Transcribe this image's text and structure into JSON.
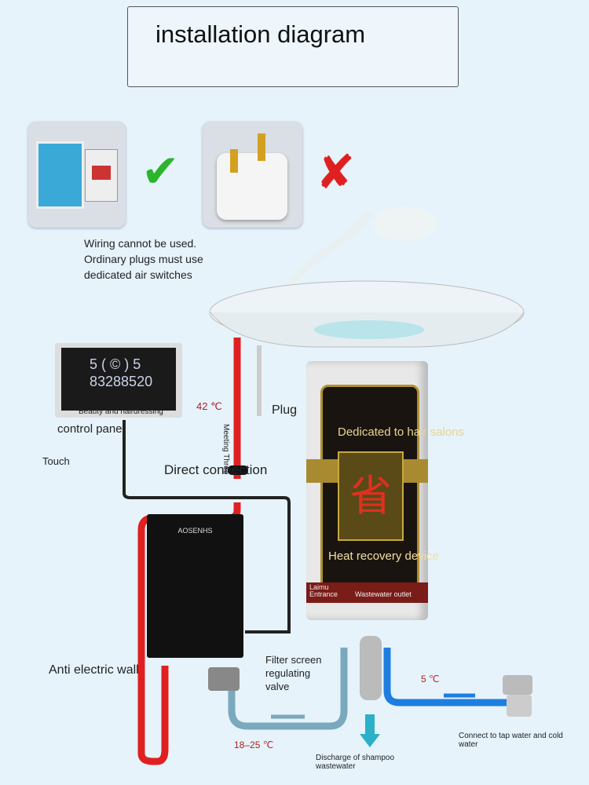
{
  "title": "installation diagram",
  "wiring_note": [
    "Wiring cannot be used.",
    "Ordinary plugs must use",
    "dedicated air switches"
  ],
  "control_panel": {
    "display_line1": "5 ( © ) 5",
    "display_line2": "83288520",
    "caption_overlay": "Beauty and hairdressing",
    "label": "control panel"
  },
  "labels": {
    "touch": "Touch",
    "direct_connection": "Direct connection",
    "meeting_three": "Meeting Three",
    "temp_hot": "42 ℃",
    "plug": "Plug",
    "anti_electric_wall": "Anti electric wall",
    "filter_screen": "Filter screen",
    "regulating_valve": "regulating valve",
    "temp_mixed": "18–25 ℃",
    "temp_cold": "5 ℃",
    "discharge": "Discharge of shampoo wastewater",
    "tap_water": "Connect to tap water and cold water"
  },
  "heater": {
    "brand": "AOSENHS"
  },
  "recovery_device": {
    "top_text": "Dedicated to hair salons",
    "bottom_text": "Heat recovery device",
    "band_left1": "Laimu",
    "band_left2": "Entrance",
    "band_right": "Wastewater outlet"
  },
  "colors": {
    "hot_pipe": "#e02020",
    "cold_pipe": "#1e7ee0",
    "mixed_pipe": "#7aa9bd",
    "background": "#e6f3fb"
  }
}
